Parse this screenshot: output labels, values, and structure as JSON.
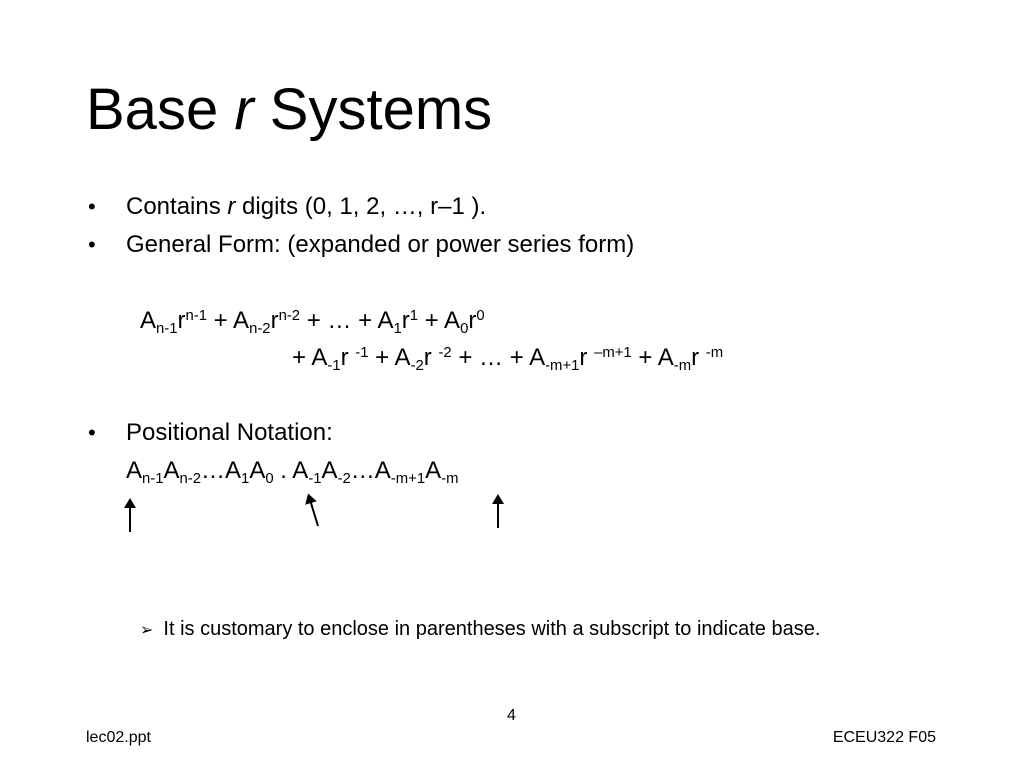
{
  "slide": {
    "title_pre": "Base ",
    "title_r": "r",
    "title_post": " Systems",
    "bullet_char": "•",
    "bullets": {
      "b1_pre": "Contains ",
      "b1_r": "r",
      "b1_post": " digits (0, 1, 2, …, r–1 ).",
      "b2": "General Form:  (expanded or power series form)",
      "b3": "Positional Notation:"
    },
    "subbullet_char": "➢",
    "subbullet_text": "It is customary to enclose in parentheses with a subscript to indicate base.",
    "page_number": "4",
    "footer_left": "lec02.ppt",
    "footer_right": "ECEU322 F05"
  }
}
